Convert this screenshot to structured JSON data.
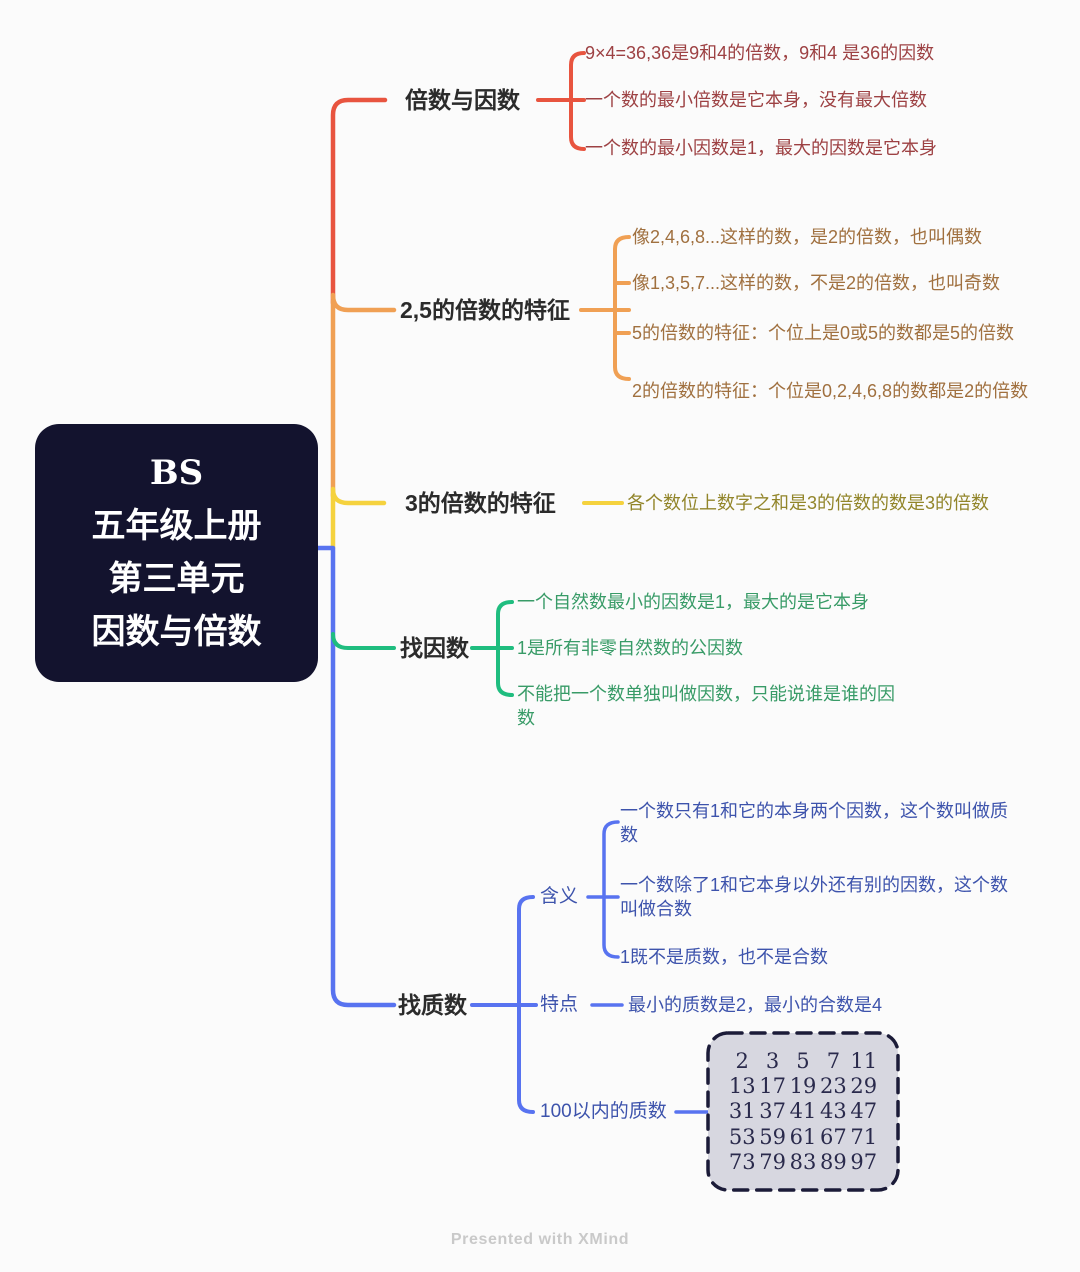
{
  "colors": {
    "red_line": "#E8543F",
    "orange_line": "#F0A054",
    "yellow_line": "#F5D23E",
    "green_line": "#1FBD7F",
    "blue_line": "#5873F0",
    "red_text": "#9D4143",
    "orange_text": "#A0703F",
    "olive_text": "#92852A",
    "green_text": "#389B67",
    "blue_text": "#3D53AC",
    "node_bg": "#13132E",
    "node_text": "#FFFFFF",
    "table_bg": "#D7D7E0",
    "table_border": "#1B1B38",
    "table_text": "#2A2A4C",
    "footer_text": "#C9C9C9"
  },
  "root": {
    "line1": "BS",
    "line2": "五年级上册",
    "line3": "第三单元",
    "line4": "因数与倍数"
  },
  "branch1": {
    "label": "倍数与因数",
    "leaves": [
      "9×4=36,36是9和4的倍数，9和4 是36的因数",
      "一个数的最小倍数是它本身，没有最大倍数",
      "一个数的最小因数是1，最大的因数是它本身"
    ]
  },
  "branch2": {
    "label": "2,5的倍数的特征",
    "leaves": [
      "像2,4,6,8...这样的数，是2的倍数，也叫偶数",
      "像1,3,5,7...这样的数，不是2的倍数，也叫奇数",
      "5的倍数的特征：个位上是0或5的数都是5的倍数",
      "2的倍数的特征：个位是0,2,4,6,8的数都是2的倍数"
    ]
  },
  "branch3": {
    "label": "3的倍数的特征",
    "leaf": "各个数位上数字之和是3的倍数的数是3的倍数"
  },
  "branch4": {
    "label": "找因数",
    "leaves": [
      "一个自然数最小的因数是1，最大的是它本身",
      "1是所有非零自然数的公因数",
      "不能把一个数单独叫做因数，只能说谁是谁的因数"
    ]
  },
  "branch5": {
    "label": "找质数",
    "meaning": {
      "label": "含义",
      "leaves": [
        "一个数只有1和它的本身两个因数，这个数叫做质数",
        "一个数除了1和它本身以外还有别的因数，这个数叫做合数",
        "1既不是质数，也不是合数"
      ]
    },
    "feature": {
      "label": "特点",
      "leaf": "最小的质数是2，最小的合数是4"
    },
    "primes": {
      "label": "100以内的质数",
      "rows": [
        [
          "2",
          "3",
          "5",
          "7",
          "11"
        ],
        [
          "13",
          "17",
          "19",
          "23",
          "29"
        ],
        [
          "31",
          "37",
          "41",
          "43",
          "47"
        ],
        [
          "53",
          "59",
          "61",
          "67",
          "71"
        ],
        [
          "73",
          "79",
          "83",
          "89",
          "97"
        ]
      ]
    }
  },
  "footer": {
    "credit": "Presented with XMind"
  }
}
